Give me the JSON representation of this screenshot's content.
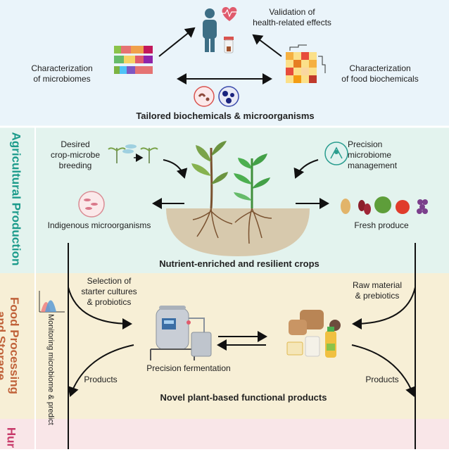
{
  "top": {
    "validation": "Validation of\nhealth-related effects",
    "char_microbiomes": "Characterization\nof microbiomes",
    "char_food": "Characterization\nof food biochemicals",
    "tailored": "Tailored biochemicals & microorganisms"
  },
  "agri": {
    "section_title": "Agricultural Production",
    "desired": "Desired\ncrop-microbe\nbreeding",
    "precision_mgmt": "Precision\nmicrobiome\nmanagement",
    "indigenous": "Indigenous microorganisms",
    "fresh": "Fresh produce",
    "nutrient": "Nutrient-enriched and resilient crops"
  },
  "food": {
    "section_title": "Food Processing\nand Storage",
    "selection": "Selection of\nstarter cultures\n& probiotics",
    "raw": "Raw material\n& prebiotics",
    "fermentation": "Precision fermentation",
    "products_left": "Products",
    "products_right": "Products",
    "novel": "Novel plant-based functional products",
    "monitoring": "Monitoring microbiome & predict"
  },
  "human": {
    "section_title": "Hur"
  },
  "colors": {
    "top_bg": "#eaf4fa",
    "agri_bg": "#e3f3ee",
    "food_bg": "#f7efd6",
    "human_bg": "#f9e6e8",
    "agri_title": "#1a9a8a",
    "food_title": "#c0623a",
    "human_title": "#c83a6a"
  }
}
